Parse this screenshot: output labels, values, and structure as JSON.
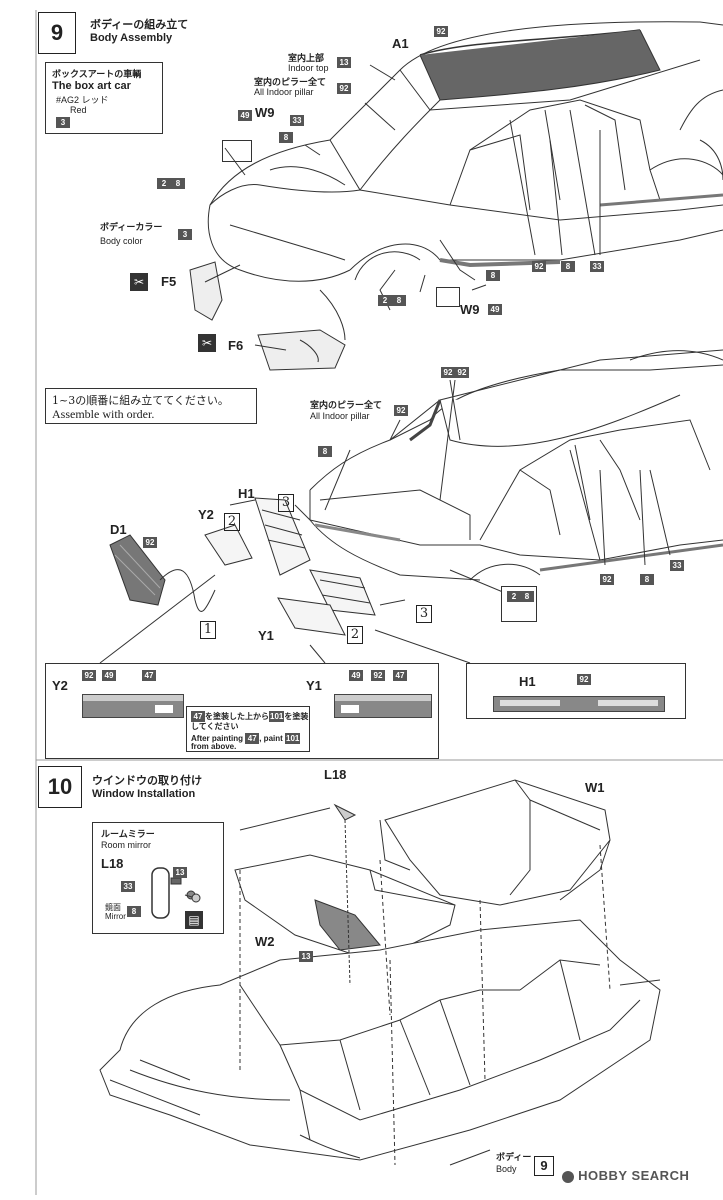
{
  "step9": {
    "number": "9",
    "title_jp": "ボディーの組み立て",
    "title_en": "Body Assembly"
  },
  "box_art": {
    "title_jp": "ボックスアートの車輌",
    "title_en": "The box art car",
    "color_jp": "#AG2 レッド",
    "color_en": "Red",
    "num": "3"
  },
  "upper_labels": {
    "indoor_top_jp": "室内上部",
    "indoor_top_en": "Indoor top",
    "indoor_top_num": "13",
    "pillar_jp": "室内のピラー全て",
    "pillar_en": "All Indoor pillar",
    "pillar_num": "92",
    "a1": "A1",
    "a1_num": "92",
    "w9": "W9",
    "w9_num_a": "49",
    "w9_num_b": "8",
    "num_33": "33",
    "num_28a": "2",
    "num_28b": "8",
    "body_color_jp": "ボディーカラー",
    "body_color_en": "Body color",
    "body_color_num": "3",
    "f5": "F5",
    "f6": "F6",
    "side_nums": [
      "92",
      "8",
      "33"
    ],
    "w9b": "W9",
    "w9b_num": "49",
    "w9b_num8": "8",
    "lower_28a": "2",
    "lower_28b": "8"
  },
  "order_note": {
    "jp": "1~3の順番に組み立ててください。",
    "en": "Assemble with order."
  },
  "middle_labels": {
    "pillar_jp": "室内のピラー全て",
    "pillar_en": "All Indoor pillar",
    "pillar_num": "92",
    "top_nums": [
      "92",
      "92"
    ],
    "num8": "8",
    "h1": "H1",
    "y2": "Y2",
    "d1": "D1",
    "d1_num": "92",
    "y1": "Y1",
    "c1": "1",
    "c2a": "2",
    "c2b": "2",
    "c3a": "3",
    "c3b": "3",
    "side_nums": [
      "92",
      "8",
      "33"
    ],
    "bottom_28a": "2",
    "bottom_28b": "8"
  },
  "detail": {
    "y2": "Y2",
    "y2_nums": [
      "92",
      "49",
      "47"
    ],
    "y1": "Y1",
    "y1_nums": [
      "49",
      "92",
      "47"
    ],
    "paint_jp_a": "を塗装した上から",
    "paint_jp_b": "を塗装",
    "paint_jp_c": "してください",
    "paint_en_a": "After painting",
    "paint_en_b": ", paint",
    "paint_en_c": "from above.",
    "paint_n47": "47",
    "paint_n101": "101",
    "h1": "H1",
    "h1_num": "92"
  },
  "step10": {
    "number": "10",
    "title_jp": "ウインドウの取り付け",
    "title_en": "Window Installation"
  },
  "mirror": {
    "title_jp": "ルームミラー",
    "title_en": "Room mirror",
    "part": "L18",
    "num33": "33",
    "num13": "13",
    "num8": "8",
    "mirror_jp": "鏡面",
    "mirror_en": "Mirror"
  },
  "window_labels": {
    "l18": "L18",
    "w1": "W1",
    "w2": "W2",
    "num13": "13",
    "body_jp": "ボディー",
    "body_en": "Body",
    "body_num": "9"
  },
  "watermark": "HOBBY SEARCH"
}
